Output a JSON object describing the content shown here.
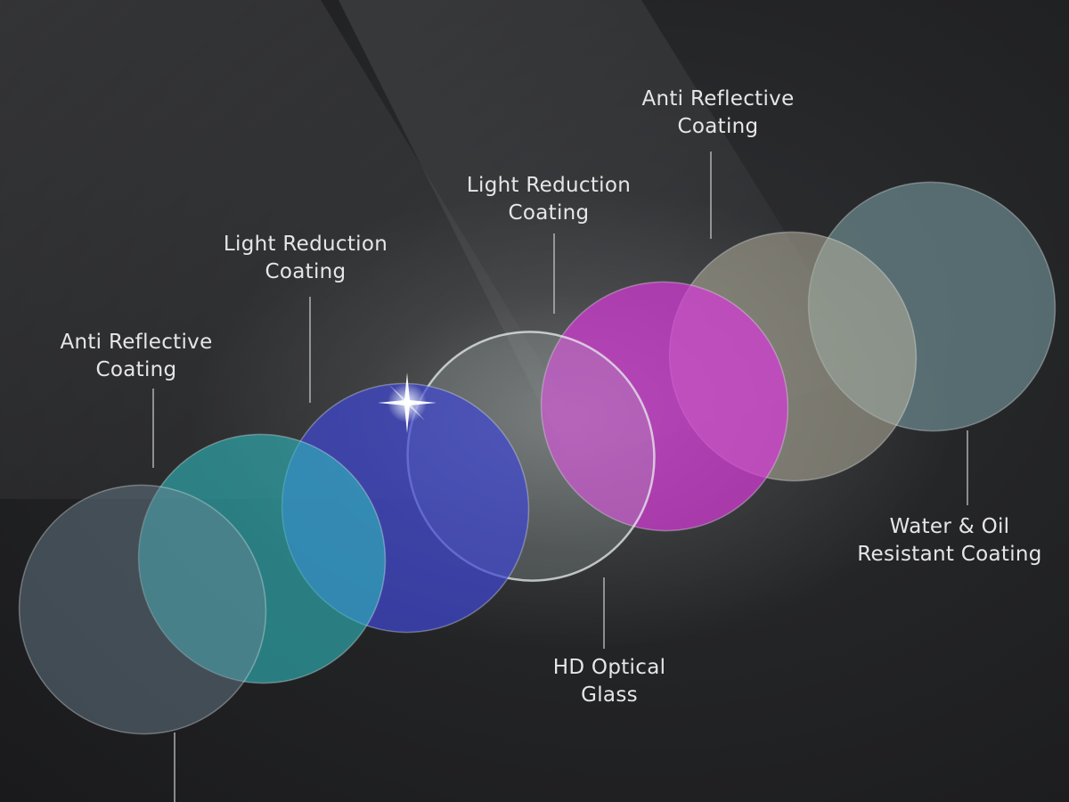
{
  "diagram": {
    "colors": {
      "background": "#1e1e20",
      "label_text": "#e6e6e8",
      "leader_line": "#c8c8ca"
    },
    "lens_layers": [
      {
        "name": "base-layer",
        "color": "#6f8595"
      },
      {
        "name": "anti-reflective-layer",
        "color": "#2fb7bc"
      },
      {
        "name": "light-reduction-layer",
        "color": "#4048d0"
      },
      {
        "name": "hd-optical-glass-layer",
        "color": "#b8c8c6"
      },
      {
        "name": "light-reduction-layer-2",
        "color": "#d43ad6"
      },
      {
        "name": "anti-reflective-layer-2",
        "color": "#b4b09c"
      },
      {
        "name": "water-oil-resistant-layer",
        "color": "#7fa6ab"
      }
    ],
    "labels": [
      {
        "line1": "Anti Reflective",
        "line2": "Coating"
      },
      {
        "line1": "Light Reduction",
        "line2": "Coating"
      },
      {
        "line1": "Light Reduction",
        "line2": "Coating"
      },
      {
        "line1": "Anti Reflective",
        "line2": "Coating"
      },
      {
        "line1": "HD Optical",
        "line2": "Glass"
      },
      {
        "line1": "Water & Oil",
        "line2": "Resistant Coating"
      }
    ]
  }
}
